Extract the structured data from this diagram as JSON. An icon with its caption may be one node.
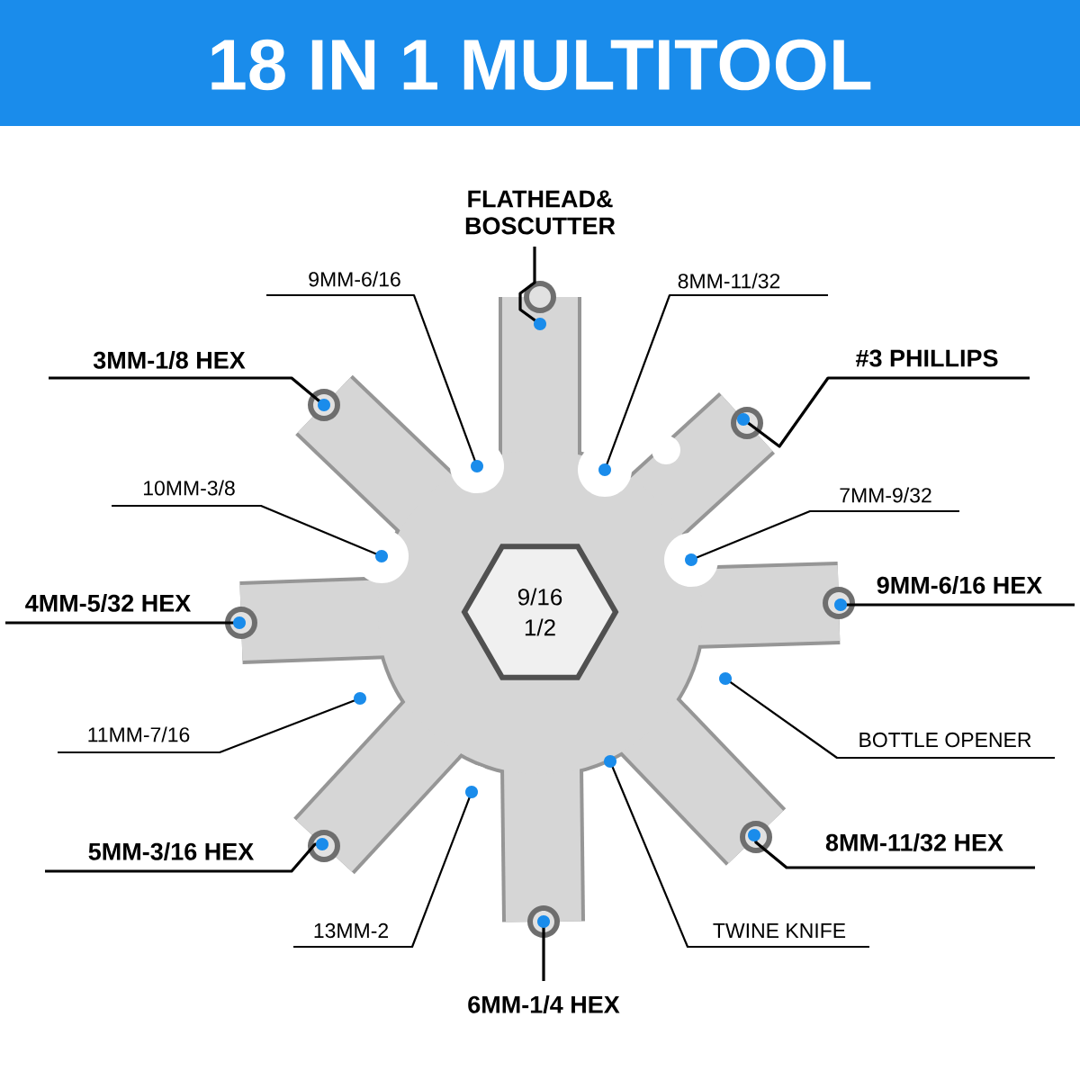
{
  "diagram": {
    "title": "18 IN 1 MULTITOOL",
    "nodes": [
      {
        "text": [
          "FLATHEAD& BOSCUTTER"
        ]
      },
      {
        "text": [
          "9MM-6/16"
        ]
      },
      {
        "text": [
          "8MM-11/32"
        ]
      },
      {
        "text": [
          "3MM-1/8 HEX"
        ]
      },
      {
        "text": [
          "#3 PHILLIPS"
        ]
      },
      {
        "text": [
          "10MM-3/8"
        ]
      },
      {
        "text": [
          "7MM-9/32"
        ]
      },
      {
        "text": [
          "9MM-6/16 HEX"
        ]
      },
      {
        "text": [
          "4MM-5/32 HEX"
        ]
      },
      {
        "text": [
          "9/16 1/2"
        ]
      },
      {
        "text": [
          "11MM-7/16"
        ]
      },
      {
        "text": [
          "BOTTLE OPENER"
        ]
      },
      {
        "text": [
          "8MM-11/32 HEX"
        ]
      },
      {
        "text": [
          "5MM-3/16 HEX"
        ]
      },
      {
        "text": [
          "13MM-2"
        ]
      },
      {
        "text": [
          "TWINE KNIFE"
        ]
      },
      {
        "text": [
          "6MM-1/4 HEX"
        ]
      }
    ],
    "edges": [
      {
        "from": 0,
        "to": null,
        "arrow": "other"
      },
      {
        "from": 1,
        "to": null,
        "arrow": "other"
      },
      {
        "from": 2,
        "to": null,
        "arrow": "other"
      },
      {
        "from": 3,
        "to": null,
        "arrow": "other"
      },
      {
        "from": 4,
        "to": null,
        "arrow": "other"
      },
      {
        "from": 5,
        "to": null,
        "arrow": "other"
      },
      {
        "from": 6,
        "to": null,
        "arrow": "other"
      },
      {
        "from": 7,
        "to": null,
        "arrow": "other"
      },
      {
        "from": 8,
        "to": null,
        "arrow": "other"
      },
      {
        "from": 10,
        "to": null,
        "arrow": "other"
      },
      {
        "from": 11,
        "to": null,
        "arrow": "other"
      },
      {
        "from": 12,
        "to": null,
        "arrow": "other"
      },
      {
        "from": 13,
        "to": null,
        "arrow": "other"
      },
      {
        "from": 14,
        "to": null,
        "arrow": "other"
      },
      {
        "from": 15,
        "to": null,
        "arrow": "other"
      },
      {
        "from": 16,
        "to": null,
        "arrow": "other"
      }
    ]
  }
}
